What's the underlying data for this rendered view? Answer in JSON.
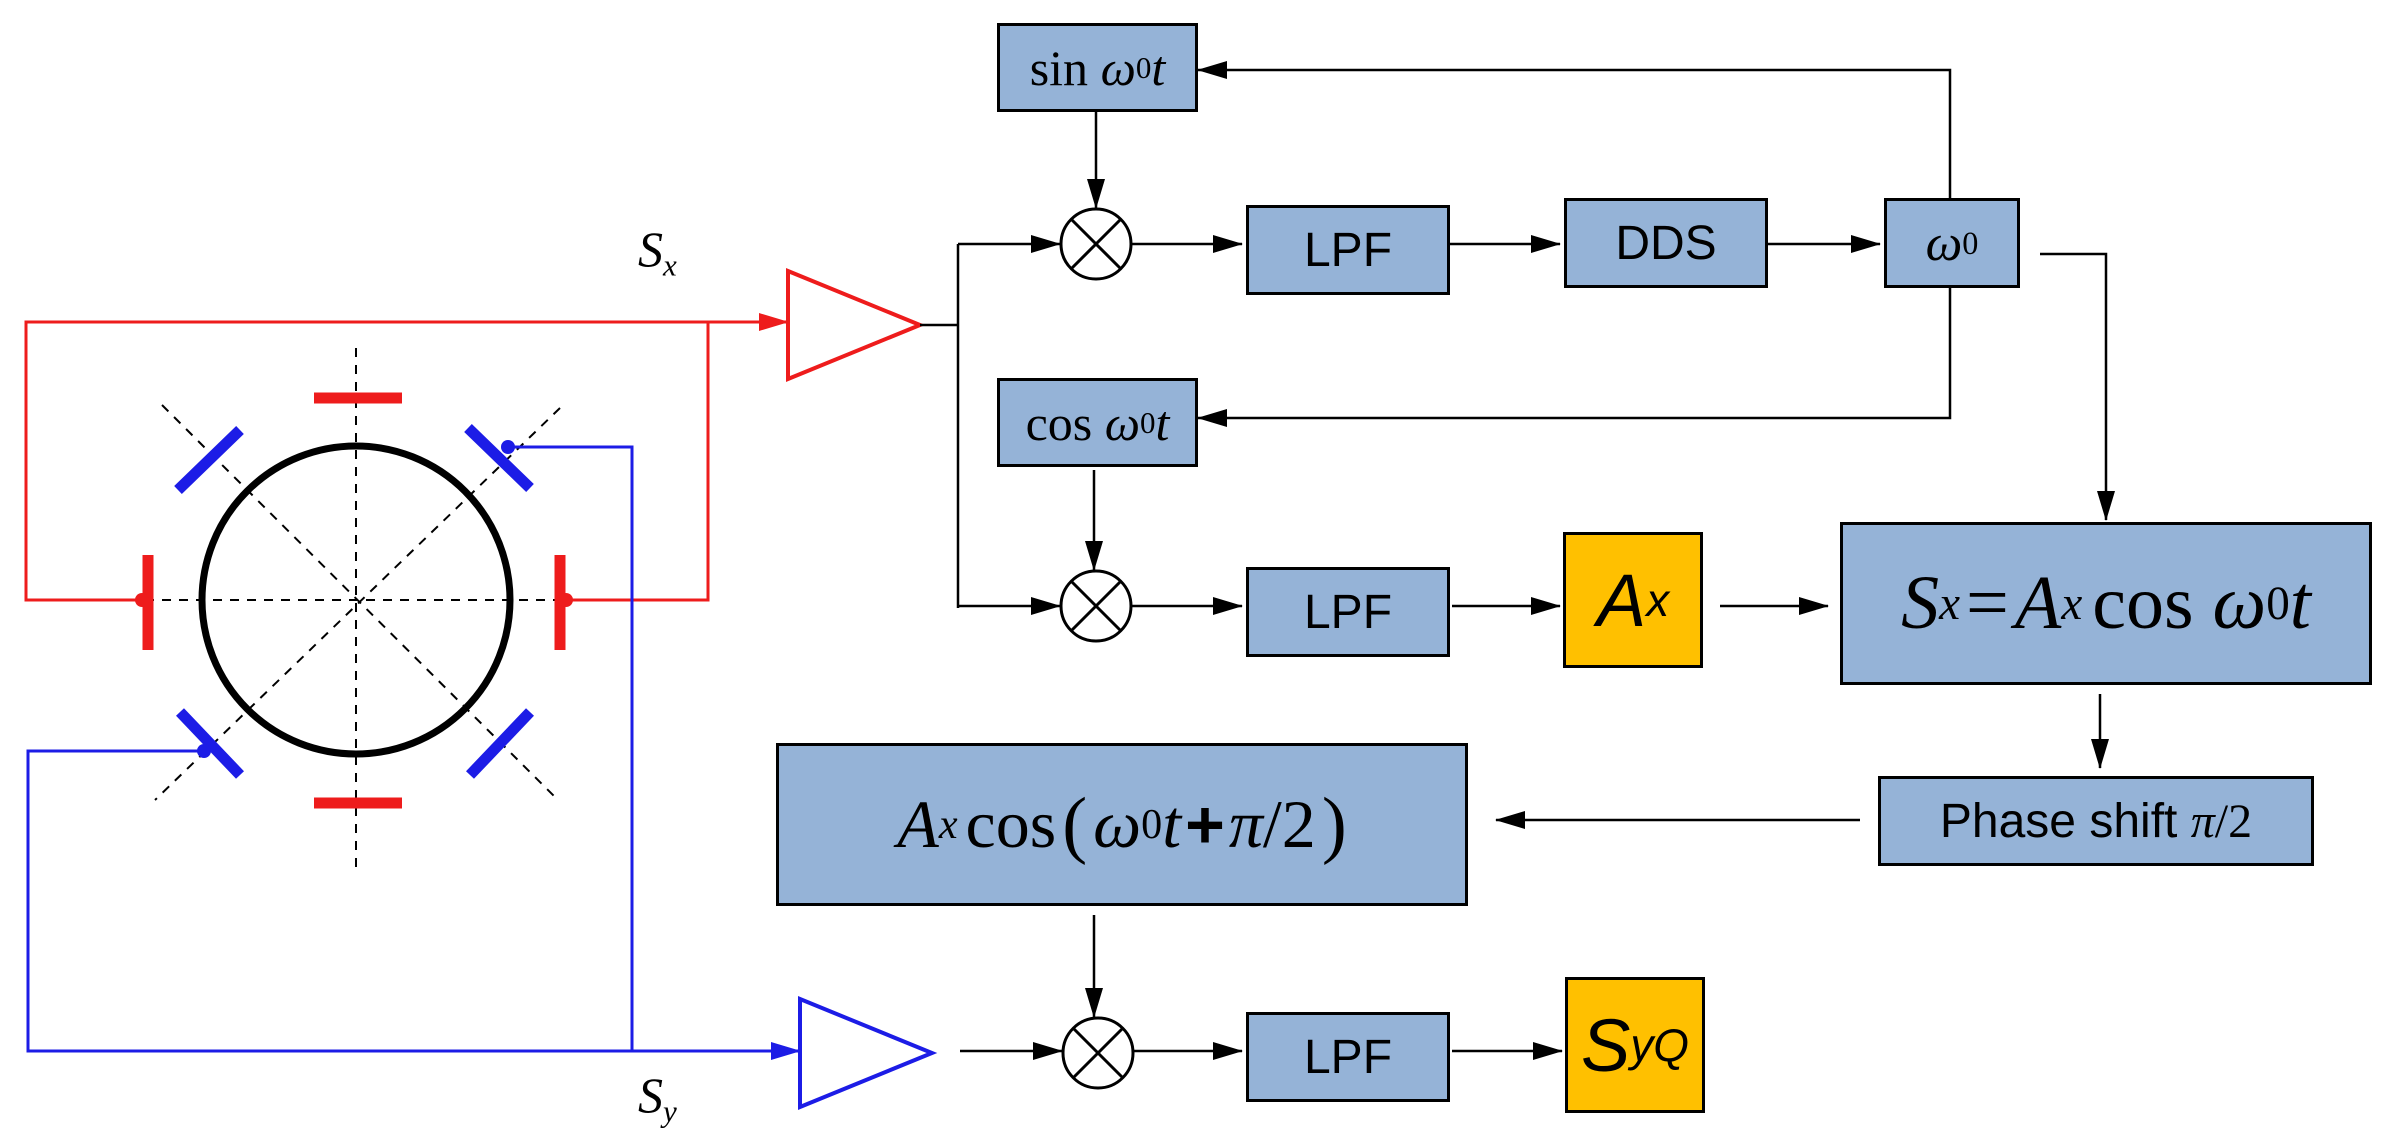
{
  "colors": {
    "block_fill": "#95b3d7",
    "output_fill": "#ffc000",
    "x_channel": "#ee1c1c",
    "y_channel": "#1c1ce6",
    "line": "#000000"
  },
  "signals": {
    "sx_main": "S",
    "sx_sub": "x",
    "sy_main": "S",
    "sy_sub": "y"
  },
  "blocks": {
    "sin_ref": {
      "fn": "sin",
      "var": "ω",
      "sub": "0",
      "t": "t"
    },
    "cos_ref": {
      "fn": "cos",
      "var": "ω",
      "sub": "0",
      "t": "t"
    },
    "lpf_label": "LPF",
    "dds_label": "DDS",
    "omega0": {
      "var": "ω",
      "sub": "0"
    },
    "ax": {
      "main": "A",
      "sub": "x"
    },
    "syq": {
      "main": "S",
      "sub": "yQ"
    },
    "sx_eq": {
      "lhs": "S",
      "lhs_sub": "x",
      "eq": "=",
      "a": "A",
      "a_sub": "x",
      "fn": "cos",
      "var": "ω",
      "var_sub": "0",
      "t": "t"
    },
    "phase_shift": {
      "text": "Phase shift",
      "pi": "π",
      "over": "/2"
    },
    "quad": {
      "a": "A",
      "a_sub": "x",
      "fn": "cos",
      "lp": "(",
      "var": "ω",
      "var_sub": "0",
      "t": "t",
      "plus": "+",
      "pi": "π",
      "over": "/2",
      "rp": ")"
    }
  },
  "multiplier_icon": "circle-times-icon",
  "amplifier_icon": "triangle-amplifier-icon"
}
